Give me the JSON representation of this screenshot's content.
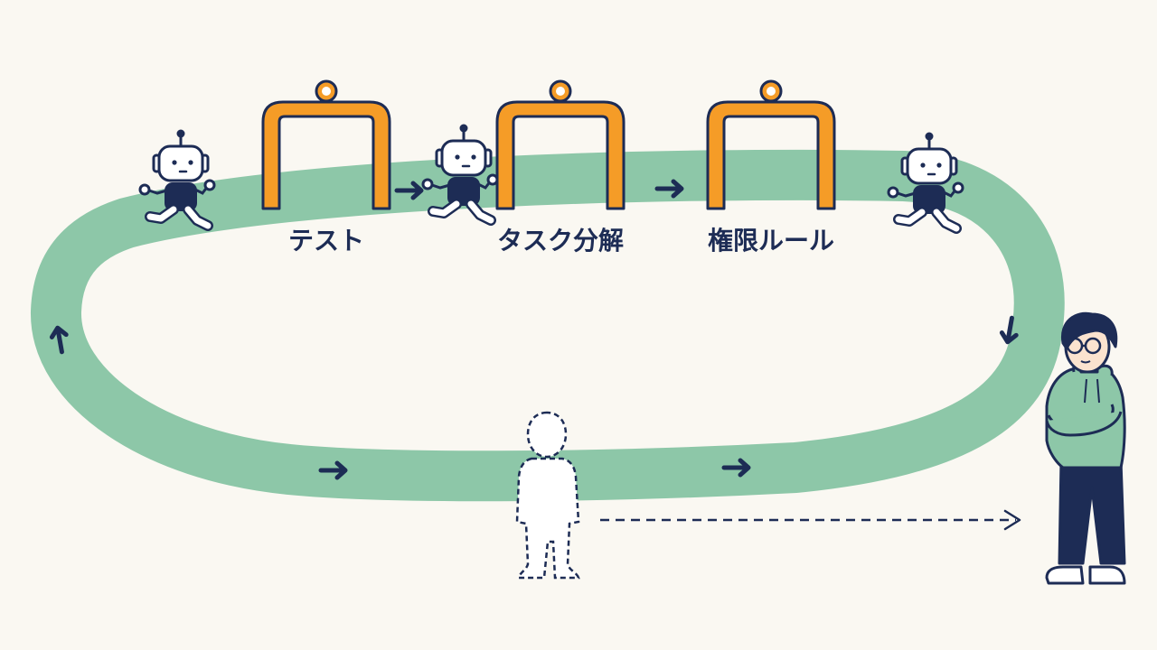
{
  "colors": {
    "background": "#faf8f2",
    "track": "#8dc7a8",
    "gate": "#f59c27",
    "gate_outline": "#1d2c55",
    "navy": "#1d2c55",
    "robot_face": "#ffffff",
    "hoodie": "#8dc7a8",
    "skin": "#fbe3cf"
  },
  "gates": [
    {
      "label": "テスト",
      "icon": "gate-arch-icon"
    },
    {
      "label": "タスク分解",
      "icon": "gate-arch-icon"
    },
    {
      "label": "権限ルール",
      "icon": "gate-arch-icon"
    }
  ],
  "icons": {
    "robot": "robot-runner-icon",
    "human_placeholder": "dashed-person-outline-icon",
    "human_reviewer": "person-arms-crossed-icon",
    "flow_arrow": "arrow-icon"
  }
}
